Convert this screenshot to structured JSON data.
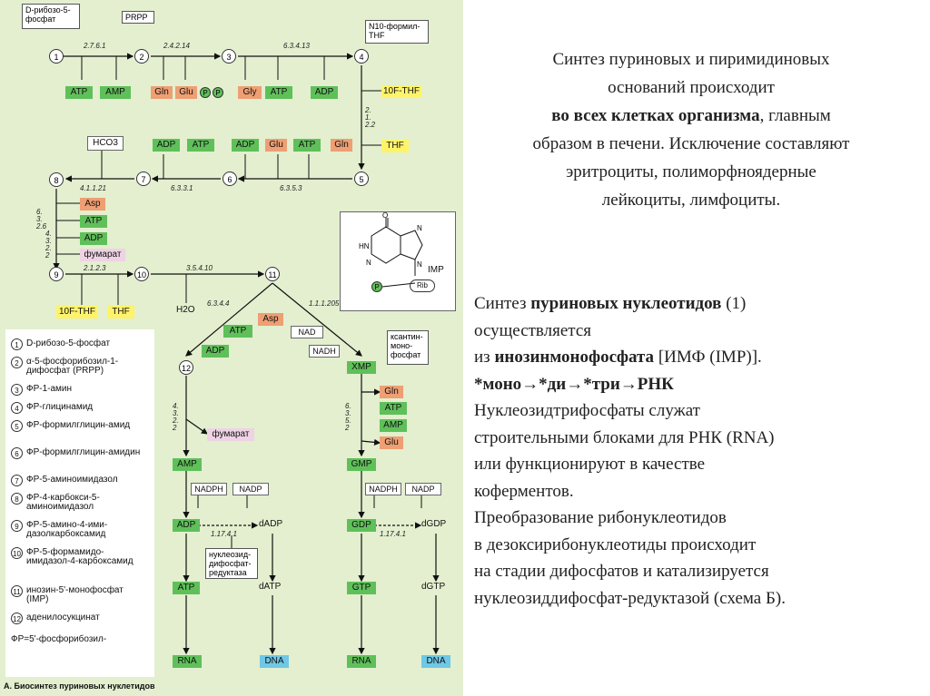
{
  "diagram": {
    "caption": "А. Биосинтез пуриновых нуклетидов",
    "top_labels": {
      "ribose": "D-рибозо-5-фосфат",
      "prpp": "PRPP",
      "formyl_thf": "N10-формил-THF"
    },
    "circles": [
      "1",
      "2",
      "3",
      "4",
      "5",
      "6",
      "7",
      "8",
      "9",
      "10",
      "11",
      "12"
    ],
    "enzymes": [
      "2.7.6.1",
      "2.4.2.14",
      "6.3.4.13",
      "2.1.2.2",
      "6.3.3.1",
      "6.3.5.3",
      "4.1.1.21",
      "6.3.2.6",
      "4.3.2.2",
      "2.1.2.3",
      "3.5.4.10",
      "6.3.4.4",
      "1.1.1.205",
      "6.3.5.2",
      "4.3.2.2",
      "1.17.4.1",
      "1.17.4.1"
    ],
    "metabolites": {
      "atp": "ATP",
      "amp": "AMP",
      "gln": "Gln",
      "glu": "Glu",
      "p": "P",
      "gly": "Gly",
      "adp": "ADP",
      "f_thf": "10F-THF",
      "thf": "THF",
      "hco3": "HCO3",
      "asp": "Asp",
      "fumarate": "фумарат",
      "h2o": "H2O",
      "nad": "NAD",
      "nadh": "NADH",
      "xmp": "XMP",
      "gmp": "GMP",
      "gdp": "GDP",
      "dgdp": "dGDP",
      "gtp": "GTP",
      "dgtp": "dGTP",
      "dadp": "dADP",
      "datp": "dATP",
      "rna": "RNA",
      "dna": "DNA",
      "nadph": "NADPH",
      "nadp": "NADP",
      "imp": "IMP",
      "rib": "Rib",
      "xanthine_note": "ксантин-моно-фосфат",
      "reductase_note": "нуклеозид-дифосфат-редуктаза"
    },
    "legend": [
      {
        "n": "1",
        "t": "D-рибозо-5-фосфат"
      },
      {
        "n": "2",
        "t": "α-5-фосфорибозил-1-дифосфат (PRPP)"
      },
      {
        "n": "3",
        "t": "ФР-1-амин"
      },
      {
        "n": "4",
        "t": "ФР-глицинамид"
      },
      {
        "n": "5",
        "t": "ФР-формилглицин-амид"
      },
      {
        "n": "6",
        "t": "ФР-формилглицин-амидин"
      },
      {
        "n": "7",
        "t": "ФР-5-аминоимидазол"
      },
      {
        "n": "8",
        "t": "ФР-4-карбокси-5-аминоимидазол"
      },
      {
        "n": "9",
        "t": "ФР-5-амино-4-ими-дазолкарбоксамид"
      },
      {
        "n": "10",
        "t": "ФР-5-формамидо-имидазол-4-карбоксамид"
      },
      {
        "n": "11",
        "t": "инозин-5'-монофосфат (IMP)"
      },
      {
        "n": "12",
        "t": "аденилосукцинат"
      },
      {
        "n": "",
        "t": "ФР=5'-фосфорибозил-"
      }
    ]
  },
  "text1": {
    "l1": "Синтез пуриновых и пиримидиновых",
    "l2": "оснований происходит",
    "l3_bold": "во всех клетках организма",
    "l3_rest": ", главным",
    "l4": "образом в печени. Исключение составляют",
    "l5": "эритроциты, полиморфноядерные",
    "l6": "лейкоциты, лимфоциты."
  },
  "text2": {
    "l1_a": "Синтез ",
    "l1_bold": "пуриновых нуклеотидов",
    "l1_b": " (1)",
    "l2": "осуществляется",
    "l3_a": "из ",
    "l3_bold": "инозинмонофосфата",
    "l3_b": " [ИМФ (IMP)].",
    "l4_bold": "*моно→*ди→*три→РНК",
    "l5": "Нуклеозидтрифосфаты служат",
    "l6": "строительными блоками для РНК (RNA)",
    "l7": "или функционируют в качестве",
    "l8": "коферментов.",
    "l9": "Преобразование рибонуклеотидов",
    "l10": "в дезоксирибонуклеотиды происходит",
    "l11": "на стадии дифосфатов и катализируется",
    "l12": "нуклеозиддифосфат-редуктазой (схема Б)."
  }
}
